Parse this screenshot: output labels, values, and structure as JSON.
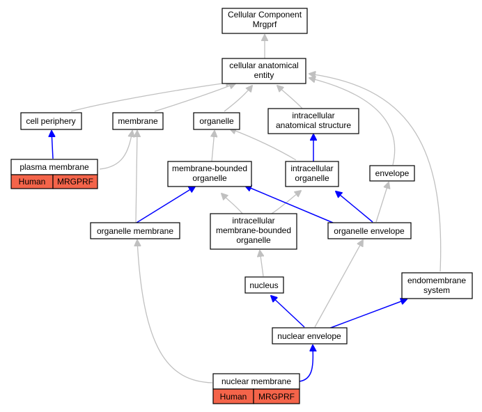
{
  "nodes": {
    "root": {
      "lines": [
        "Cellular Component",
        "Mrgprf"
      ]
    },
    "cae": {
      "lines": [
        "cellular anatomical",
        "entity"
      ]
    },
    "cell_periphery": {
      "lines": [
        "cell periphery"
      ]
    },
    "membrane": {
      "lines": [
        "membrane"
      ]
    },
    "organelle": {
      "lines": [
        "organelle"
      ]
    },
    "ias": {
      "lines": [
        "intracellular",
        "anatomical structure"
      ]
    },
    "plasma_membrane": {
      "lines": [
        "plasma membrane"
      ]
    },
    "mbo": {
      "lines": [
        "membrane-bounded",
        "organelle"
      ]
    },
    "io": {
      "lines": [
        "intracellular",
        "organelle"
      ]
    },
    "envelope": {
      "lines": [
        "envelope"
      ]
    },
    "organelle_membrane": {
      "lines": [
        "organelle membrane"
      ]
    },
    "imbo": {
      "lines": [
        "intracellular",
        "membrane-bounded",
        "organelle"
      ]
    },
    "organelle_envelope": {
      "lines": [
        "organelle envelope"
      ]
    },
    "nucleus": {
      "lines": [
        "nucleus"
      ]
    },
    "endomembrane": {
      "lines": [
        "endomembrane",
        "system"
      ]
    },
    "nuclear_envelope": {
      "lines": [
        "nuclear envelope"
      ]
    },
    "nuclear_membrane": {
      "lines": [
        "nuclear membrane"
      ]
    }
  },
  "annotations": {
    "plasma_membrane": {
      "species": "Human",
      "gene": "MRGPRF"
    },
    "nuclear_membrane": {
      "species": "Human",
      "gene": "MRGPRF"
    }
  },
  "colors": {
    "annotation_fill": "#f4644a",
    "is_a_edge": "#c0c0c0",
    "part_of_edge": "#0000ff"
  }
}
